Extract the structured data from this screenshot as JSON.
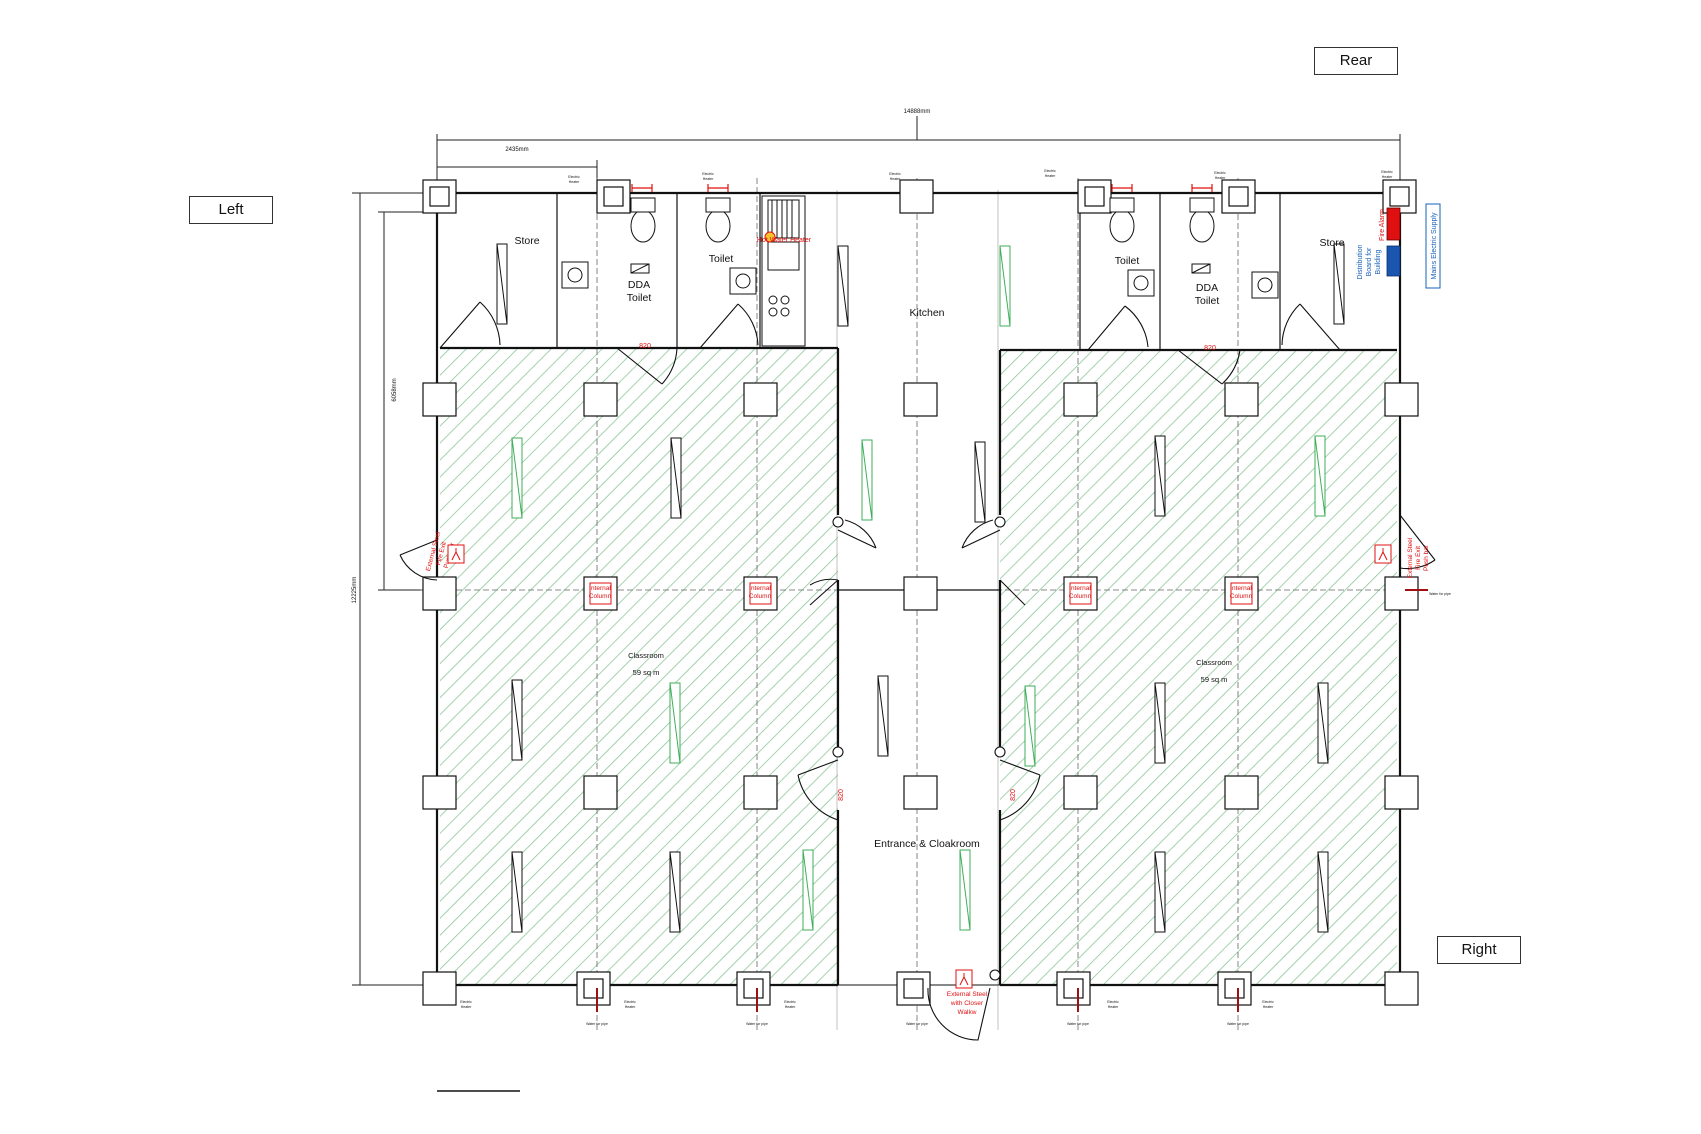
{
  "orientation": {
    "rear": "Rear",
    "left": "Left",
    "right": "Right"
  },
  "dimensions": {
    "overall_width": "14888mm",
    "left_module_width": "2435mm",
    "overall_depth": "12225mm",
    "rear_depth": "6058mm"
  },
  "rooms": {
    "store_left": "Store",
    "dda_toilet_left": [
      "DDA",
      "Toilet"
    ],
    "toilet_left": "Toilet",
    "kitchen": "Kitchen",
    "toilet_right": "Toilet",
    "dda_toilet_right": [
      "DDA",
      "Toilet"
    ],
    "store_right": "Store",
    "classroom_left": {
      "name": "Classroom",
      "area": "59 sq m"
    },
    "classroom_right": {
      "name": "Classroom",
      "area": "59 sq m"
    },
    "entrance": "Entrance & Cloakroom"
  },
  "annotations": {
    "door_width": "820",
    "hot_water_heater": "Hot Water Heater",
    "internal_column": [
      "Internal",
      "Column"
    ],
    "fire_exit_left": [
      "External Steel",
      "Fire Exit",
      "Push bar"
    ],
    "fire_exit_right": [
      "External Steel",
      "Fire Exit",
      "Push bar"
    ],
    "entrance_door": [
      "External Steel",
      "with Closer",
      "Walkw"
    ],
    "fire_alarm": "Fire Alarm",
    "distribution_board": [
      "Distribution",
      "Board for",
      "Building"
    ],
    "mains_electric": "Mains Electric Supply",
    "electric_heater": [
      "Electric",
      "Heater"
    ],
    "water_pipe": "Water for pipe"
  },
  "colors": {
    "hatch": "#8cc79a",
    "wall": "#111111",
    "red_text": "#e01010",
    "blue_text": "#1560b8",
    "window": "#3fae5a"
  }
}
